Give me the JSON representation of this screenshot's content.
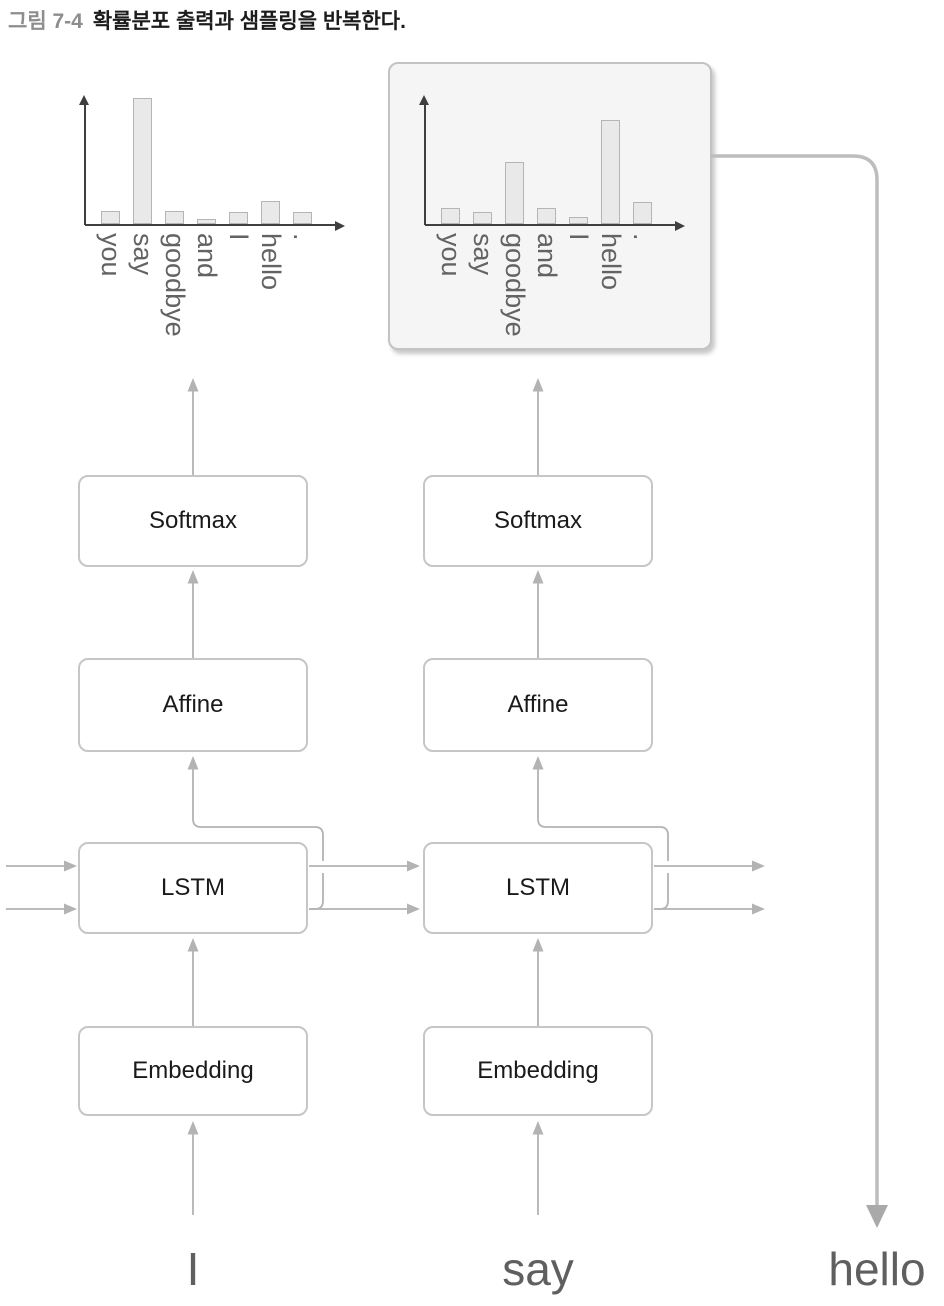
{
  "figure": {
    "label": "그림 7-4",
    "title": "확률분포 출력과 샘플링을 반복한다."
  },
  "columns": [
    {
      "input_word": "I",
      "layers": {
        "softmax": "Softmax",
        "affine": "Affine",
        "lstm": "LSTM",
        "embedding": "Embedding"
      }
    },
    {
      "input_word": "say",
      "layers": {
        "softmax": "Softmax",
        "affine": "Affine",
        "lstm": "LSTM",
        "embedding": "Embedding"
      }
    }
  ],
  "output_word": "hello",
  "chart_data": [
    {
      "type": "bar",
      "title": "",
      "xlabel": "",
      "ylabel": "",
      "categories": [
        "you",
        "say",
        "goodbye",
        "and",
        "I",
        "hello",
        "."
      ],
      "values": [
        0.1,
        0.97,
        0.1,
        0.04,
        0.09,
        0.18,
        0.09
      ],
      "ylim": [
        0,
        1
      ],
      "grid": false,
      "highlighted": false
    },
    {
      "type": "bar",
      "title": "",
      "xlabel": "",
      "ylabel": "",
      "categories": [
        "you",
        "say",
        "goodbye",
        "and",
        "I",
        "hello",
        "."
      ],
      "values": [
        0.12,
        0.09,
        0.48,
        0.12,
        0.05,
        0.8,
        0.17
      ],
      "ylim": [
        0,
        1
      ],
      "grid": false,
      "highlighted": true
    }
  ],
  "colors": {
    "figure_label": "#8d8d8d",
    "panel_fill": "#f4f5f4",
    "panel_border": "#c3c3c3",
    "box_border": "#c6c6c6",
    "arrow_gray": "#b3b3b3",
    "long_arrow_gray": "#bdbdbd",
    "bar_fill": "#e9e9e9",
    "bar_border": "#b5b5b5",
    "axis_color": "#3f3f3f",
    "word_color": "#5f5f5f"
  }
}
